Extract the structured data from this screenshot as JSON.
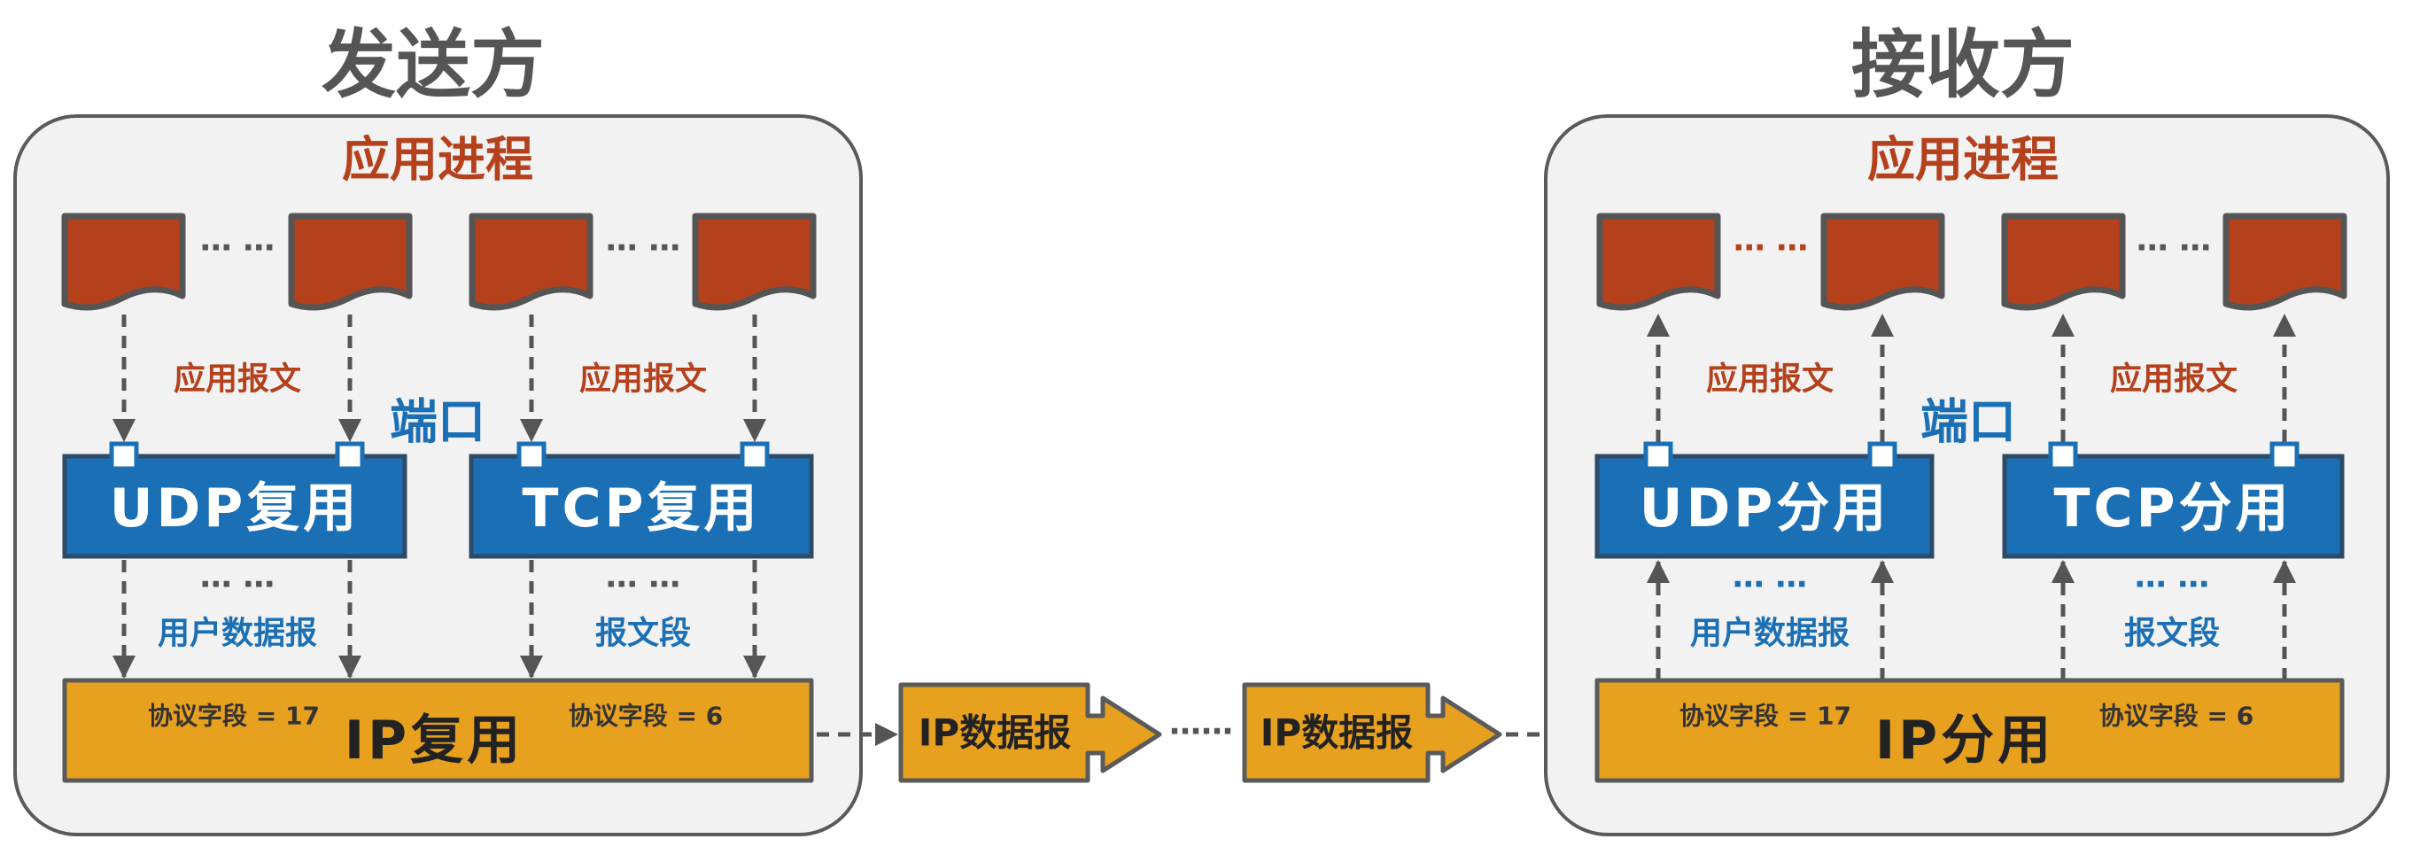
{
  "sender": {
    "title": "发送方",
    "process_label": "应用进程",
    "process_dots": [
      "… …",
      "… …"
    ],
    "app_message_labels": [
      "应用报文",
      "应用报文"
    ],
    "port_label": "端口",
    "udp": {
      "label": "UDP复用",
      "below_dots": "… …",
      "below_label": "用户数据报",
      "protocol_field": "协议字段 = 17"
    },
    "tcp": {
      "label": "TCP复用",
      "below_dots": "… …",
      "below_label": "报文段",
      "protocol_field": "协议字段 = 6"
    },
    "ip_label": "IP复用"
  },
  "transit": {
    "datagram_labels": [
      "IP数据报",
      "IP数据报"
    ],
    "dots": "……"
  },
  "receiver": {
    "title": "接收方",
    "process_label": "应用进程",
    "process_dots": [
      "… …",
      "… …"
    ],
    "app_message_labels": [
      "应用报文",
      "应用报文"
    ],
    "port_label": "端口",
    "udp": {
      "label": "UDP分用",
      "below_dots": "… …",
      "below_label": "用户数据报",
      "protocol_field": "协议字段 = 17"
    },
    "tcp": {
      "label": "TCP分用",
      "below_dots": "… …",
      "below_label": "报文段",
      "protocol_field": "协议字段 = 6"
    },
    "ip_label": "IP分用"
  },
  "colors": {
    "process_red": "#b5401c",
    "mux_blue": "#1b6fb4",
    "ip_orange": "#e8a11f",
    "title_gray": "#555555",
    "panel_bg": "#f2f2f2"
  }
}
